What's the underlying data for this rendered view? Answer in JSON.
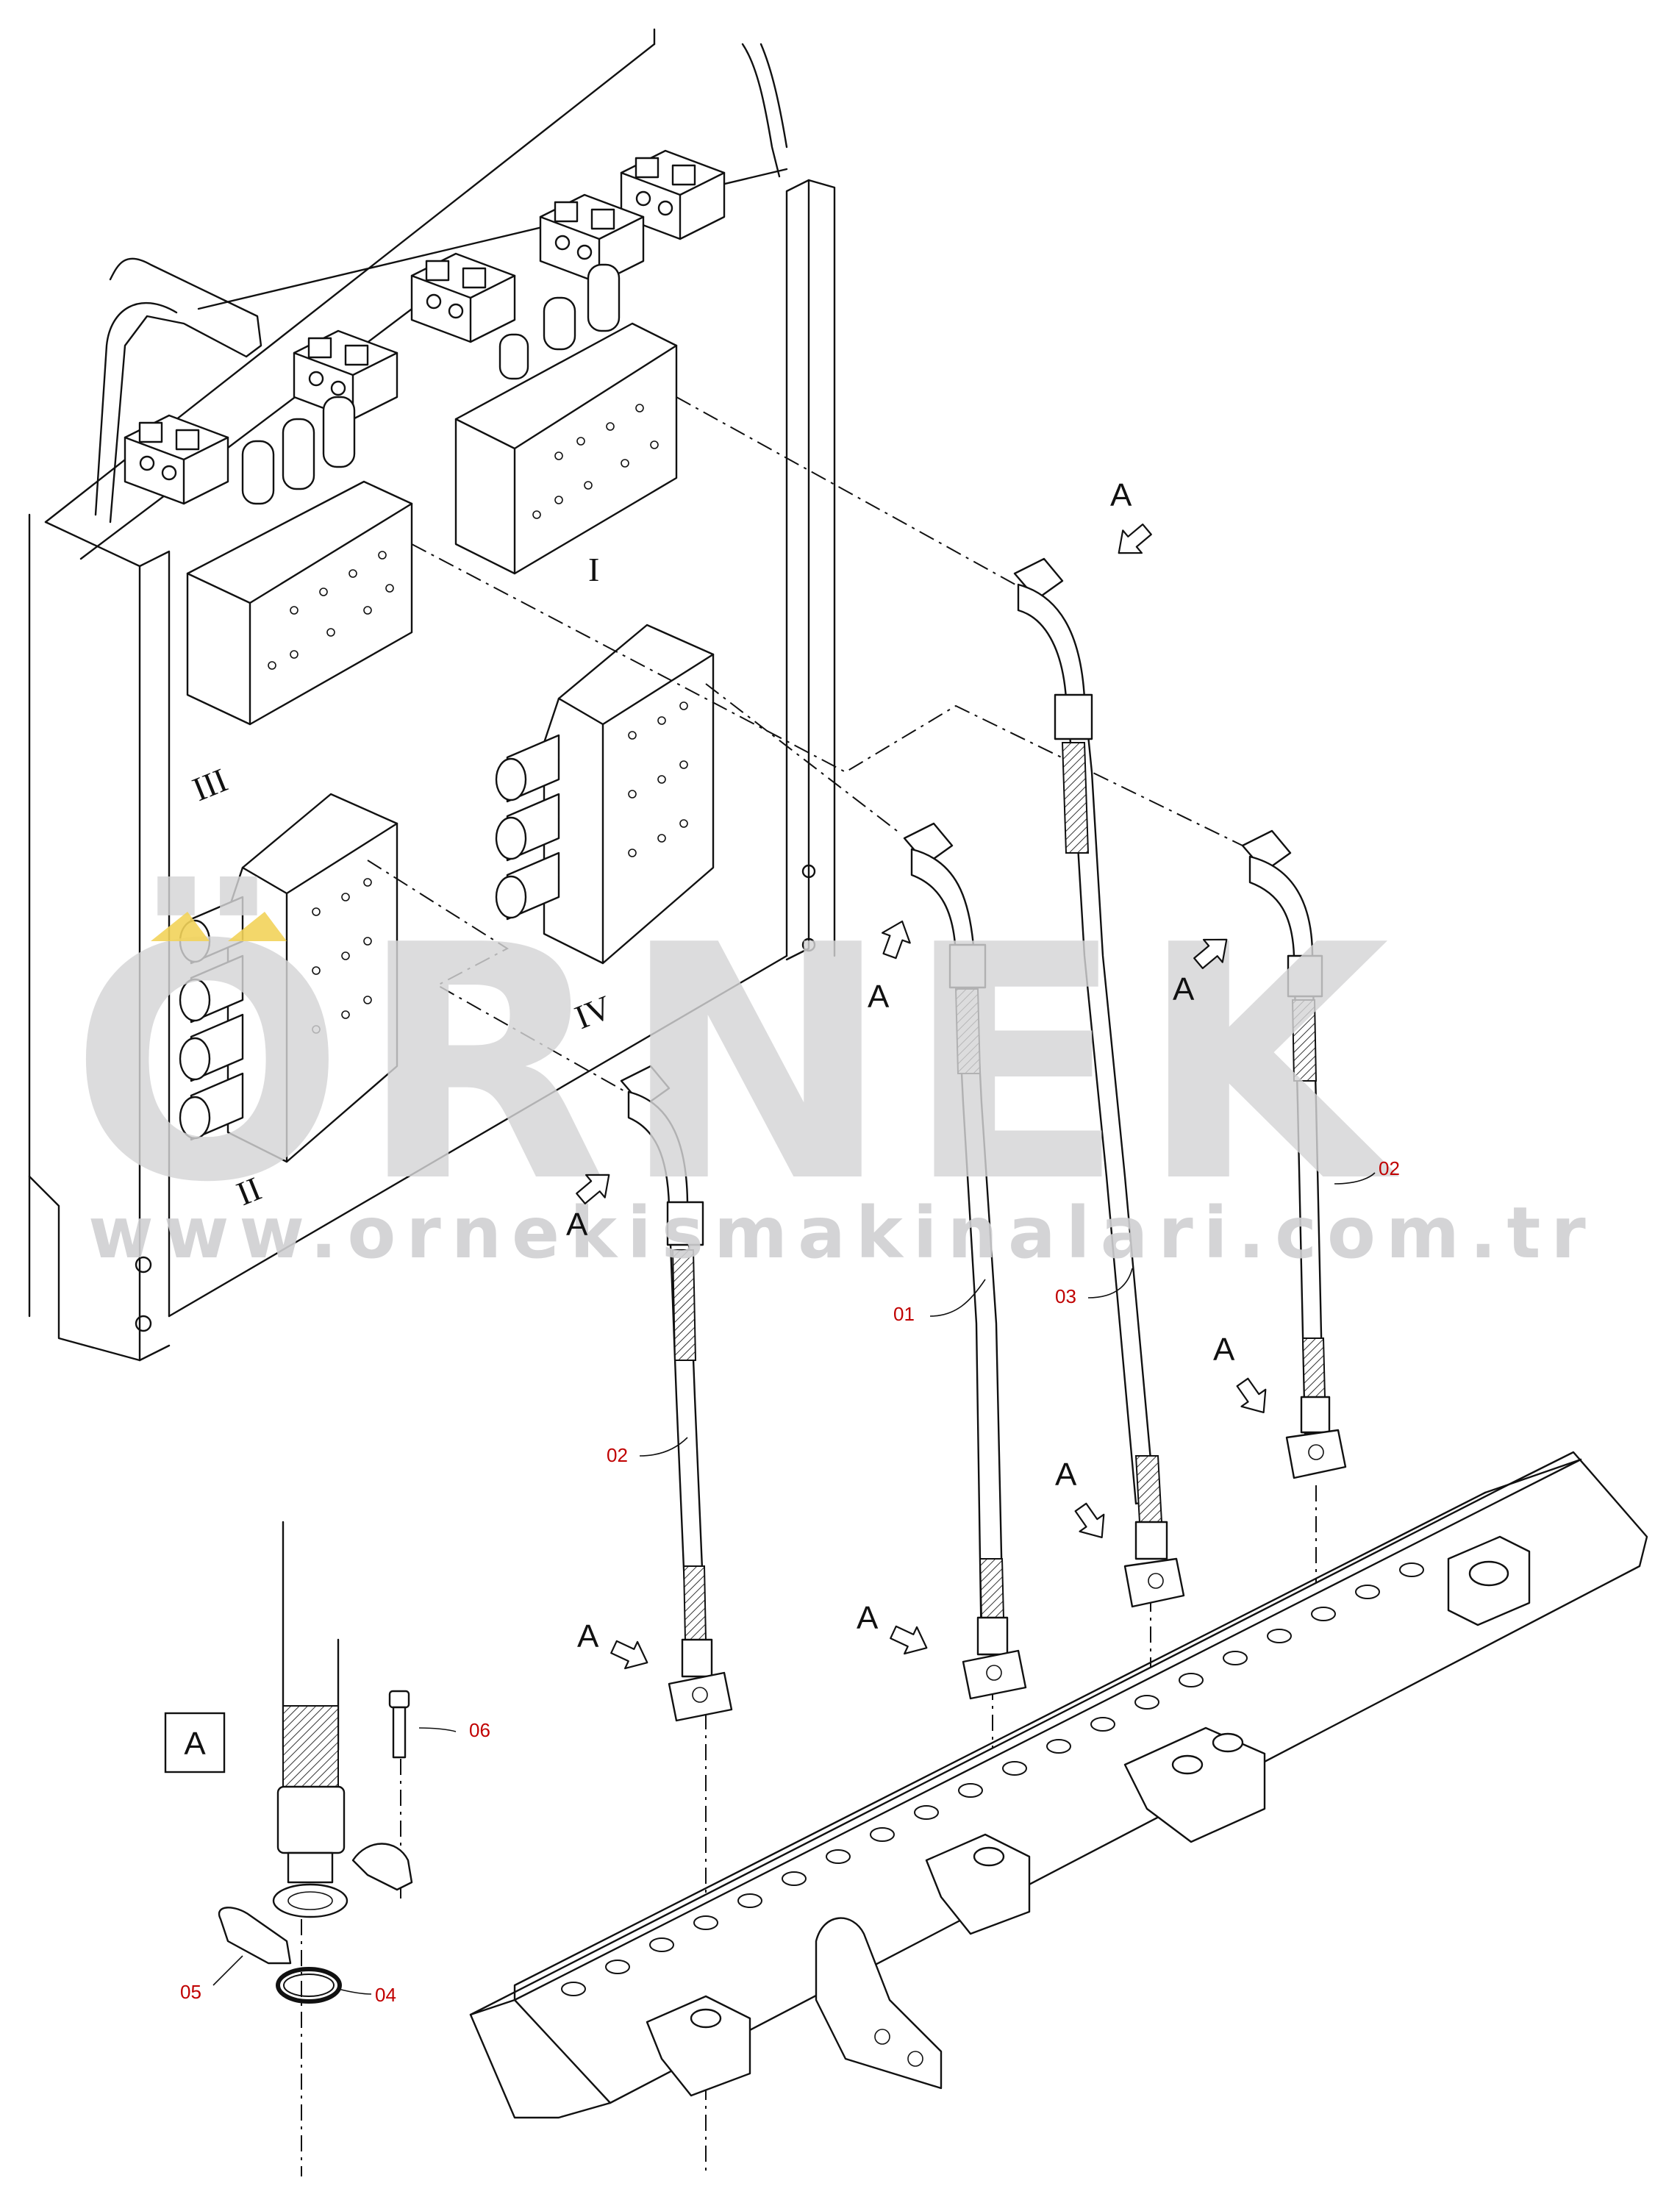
{
  "watermark": {
    "brand": "ÖRNEK",
    "url": "www.ornekismakinalari.com.tr",
    "accent_color": "#f2d35a",
    "gray_color": "#d4d4d6"
  },
  "valve_labels": {
    "i": "I",
    "ii": "II",
    "iii": "III",
    "iv": "IV"
  },
  "detail": {
    "box_label": "A"
  },
  "callouts": {
    "view_marker": "A",
    "hose_01": "01",
    "hose_02_left": "02",
    "hose_02_right": "02",
    "hose_03": "03",
    "oring_04": "04",
    "clamp_05": "05",
    "screw_06": "06"
  },
  "colors": {
    "callout_number": "#c00000",
    "line": "#111111"
  }
}
